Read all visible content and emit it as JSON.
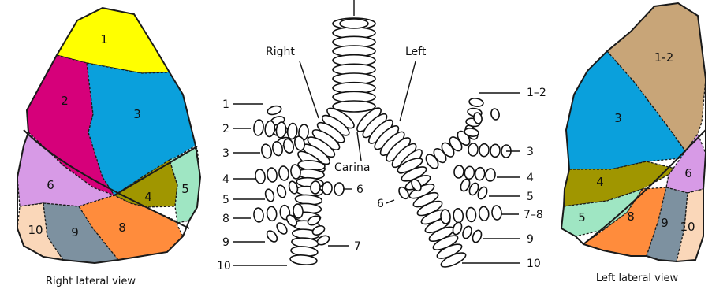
{
  "right_lung": {
    "caption": "Right lateral view",
    "segments": [
      {
        "label": "1",
        "color": "#ffff00"
      },
      {
        "label": "2",
        "color": "#d6007a"
      },
      {
        "label": "3",
        "color": "#0aa0dc"
      },
      {
        "label": "4",
        "color": "#a09600"
      },
      {
        "label": "5",
        "color": "#9fe6c3"
      },
      {
        "label": "6",
        "color": "#d79ae6"
      },
      {
        "label": "8",
        "color": "#ff8c3c"
      },
      {
        "label": "9",
        "color": "#7d91a0"
      },
      {
        "label": "10",
        "color": "#fad7b9"
      }
    ]
  },
  "left_lung": {
    "caption": "Left lateral view",
    "segments": [
      {
        "label": "1-2",
        "color": "#c8a578"
      },
      {
        "label": "3",
        "color": "#0aa0dc"
      },
      {
        "label": "4",
        "color": "#a09600"
      },
      {
        "label": "5",
        "color": "#9fe6c3"
      },
      {
        "label": "6",
        "color": "#d79ae6"
      },
      {
        "label": "8",
        "color": "#ff8c3c"
      },
      {
        "label": "9",
        "color": "#7d91a0"
      },
      {
        "label": "10",
        "color": "#fad7b9"
      }
    ]
  },
  "bronchial_tree": {
    "right_label": "Right",
    "left_label": "Left",
    "carina_label": "Carina",
    "right_numbers": [
      "1",
      "2",
      "3",
      "4",
      "5",
      "8",
      "9",
      "10",
      "6",
      "7"
    ],
    "left_numbers": [
      "1–2",
      "3",
      "4",
      "5",
      "7–8",
      "9",
      "10",
      "6"
    ]
  }
}
